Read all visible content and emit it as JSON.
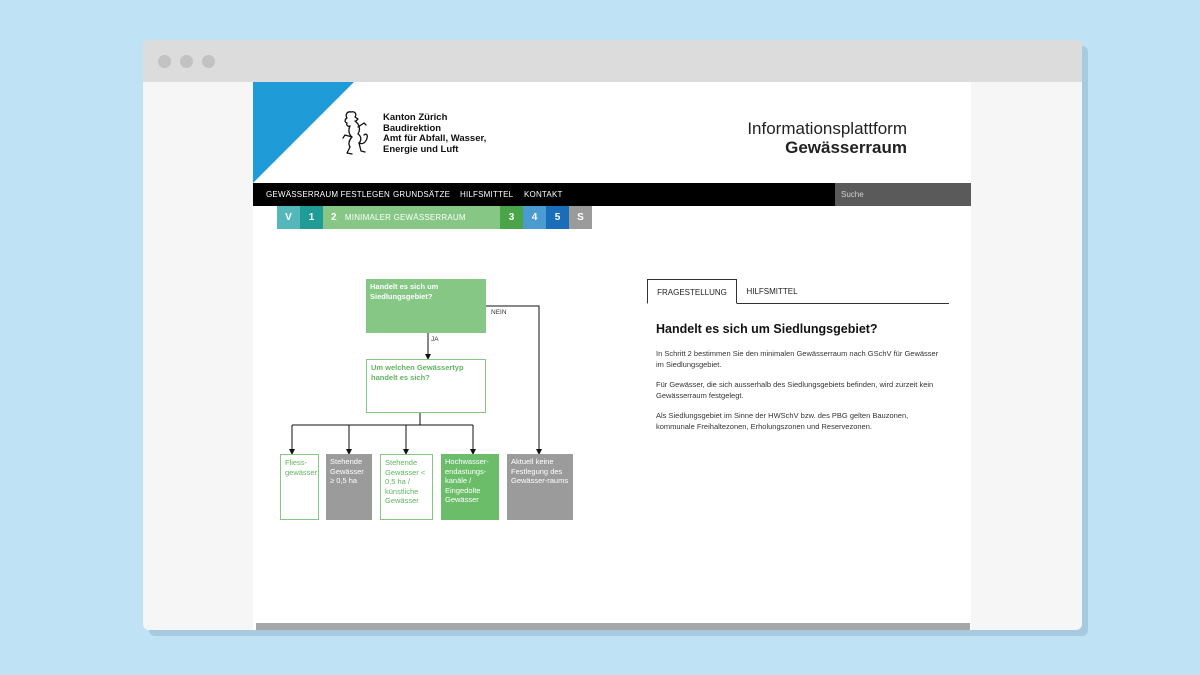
{
  "header": {
    "org_lines": [
      "Kanton Zürich",
      "Baudirektion",
      "Amt für Abfall, Wasser,",
      "Energie und Luft"
    ],
    "brand_line1": "Informationsplattform",
    "brand_line2": "Gewässerraum"
  },
  "nav": {
    "items": [
      "GEWÄSSERRAUM FESTLEGEN",
      "GRUNDSÄTZE",
      "HILFSMITTEL",
      "KONTAKT"
    ],
    "search_placeholder": "Suche"
  },
  "steps": {
    "items": [
      {
        "label": "V",
        "color": "#54b7ba"
      },
      {
        "label": "1",
        "color": "#1e9c95"
      },
      {
        "label": "2",
        "color": "#86c785",
        "title": "MINIMALER GEWÄSSERRAUM"
      },
      {
        "label": "3",
        "color": "#4aa44a"
      },
      {
        "label": "4",
        "color": "#4a9bd0"
      },
      {
        "label": "5",
        "color": "#1a6db8"
      },
      {
        "label": "S",
        "color": "#9b9b9b"
      }
    ]
  },
  "flowchart": {
    "q1": "Handelt es sich um Siedlungsgebiet?",
    "q2": "Um welchen Gewässertyp handelt es sich?",
    "label_yes": "JA",
    "label_no": "NEIN",
    "leaves": [
      "Fliess-gewässer",
      "Stehende Gewässer ≥ 0,5 ha",
      "Stehende Gewässer < 0,5 ha / künstliche Gewässer",
      "Hochwasser-endastungs-kanäle / Eingedolte Gewässer",
      "Aktuell keine Festlegung des Gewässer-raums"
    ]
  },
  "tabs": {
    "items": [
      "FRAGESTELLUNG",
      "HILFSMITTEL"
    ],
    "active": "FRAGESTELLUNG"
  },
  "content": {
    "heading": "Handelt es sich um Siedlungsgebiet?",
    "paragraphs": [
      "In Schritt 2 bestimmen Sie den minimalen Gewässerraum nach GSchV für Gewässer im Siedlungsgebiet.",
      "Für Gewässer, die sich ausserhalb des Siedlungsgebiets befinden, wird zurzeit kein Gewässerraum festgelegt.",
      "Als Siedlungsgebiet im Sinne der HWSchV bzw. des PBG gelten Bauzonen, kommunale Freihaltezonen, Erholungszonen und Reservezonen."
    ]
  },
  "colors": {
    "accent_blue": "#1f9bd7",
    "flow_green": "#86c785",
    "flow_gray": "#9b9b9b"
  }
}
